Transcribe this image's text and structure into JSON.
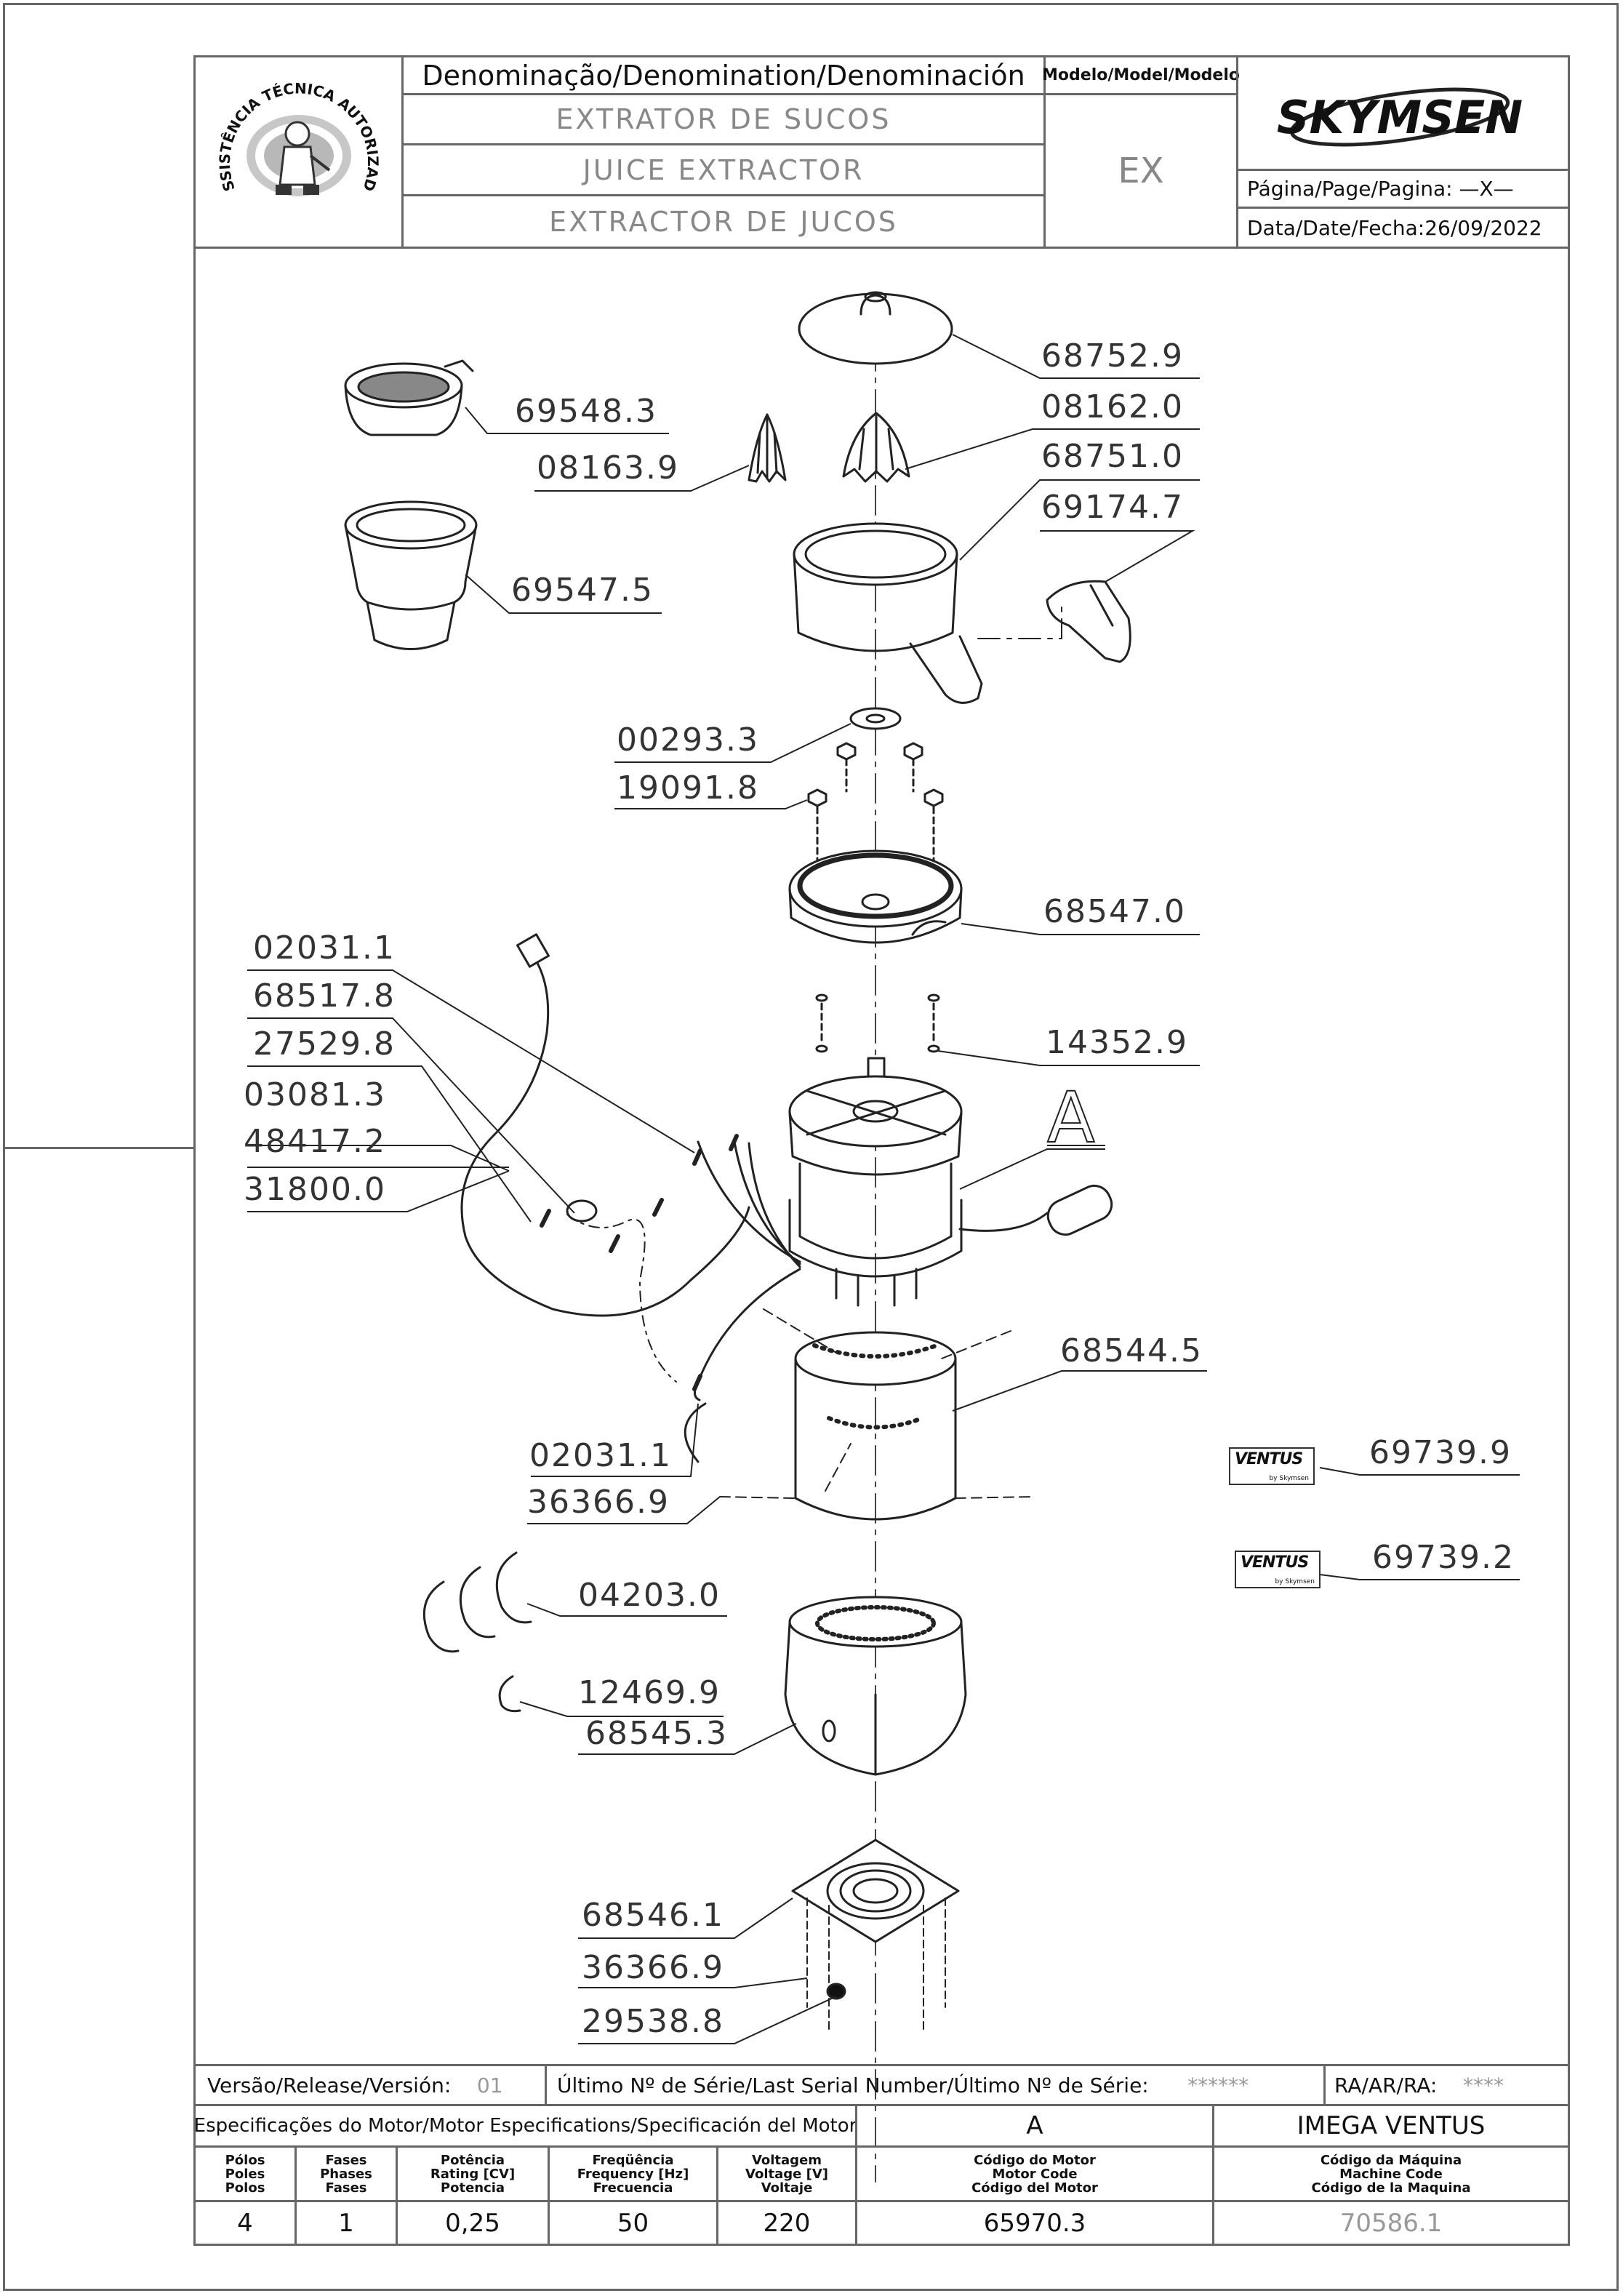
{
  "header": {
    "denomination_label": "Denominação/Denomination/Denominación",
    "names": [
      "EXTRATOR DE SUCOS",
      "JUICE EXTRACTOR",
      "EXTRACTOR DE JUCOS"
    ],
    "model_label": "Modelo/Model/Modelo",
    "model_value": "EX",
    "brand": "SKYMSEN",
    "page_label": "Página/Page/Pagina:",
    "page_value": "—X—",
    "date_label": "Data/Date/Fecha:",
    "date_value": "26/09/2022",
    "seal_text": "ASSISTÊNCIA TÉCNICA AUTORIZADA"
  },
  "parts": [
    {
      "id": "p1",
      "code": "68752.9"
    },
    {
      "id": "p2",
      "code": "69548.3"
    },
    {
      "id": "p3",
      "code": "08162.0"
    },
    {
      "id": "p4",
      "code": "08163.9"
    },
    {
      "id": "p5",
      "code": "68751.0"
    },
    {
      "id": "p6",
      "code": "69174.7"
    },
    {
      "id": "p7",
      "code": "69547.5"
    },
    {
      "id": "p8",
      "code": "00293.3"
    },
    {
      "id": "p9",
      "code": "19091.8"
    },
    {
      "id": "p10",
      "code": "68547.0"
    },
    {
      "id": "p11",
      "code": "02031.1"
    },
    {
      "id": "p12",
      "code": "68517.8"
    },
    {
      "id": "p13",
      "code": "27529.8"
    },
    {
      "id": "p14",
      "code": "14352.9"
    },
    {
      "id": "p15",
      "code": "03081.3"
    },
    {
      "id": "p16",
      "code": "48417.2"
    },
    {
      "id": "p17",
      "code": "31800.0"
    },
    {
      "id": "p18",
      "code": "68544.5"
    },
    {
      "id": "p19",
      "code": "69739.9"
    },
    {
      "id": "p20",
      "code": "02031.1"
    },
    {
      "id": "p21",
      "code": "36366.9"
    },
    {
      "id": "p22",
      "code": "69739.2"
    },
    {
      "id": "p23",
      "code": "04203.0"
    },
    {
      "id": "p24",
      "code": "12469.9"
    },
    {
      "id": "p25",
      "code": "68545.3"
    },
    {
      "id": "p26",
      "code": "68546.1"
    },
    {
      "id": "p27",
      "code": "36366.9"
    },
    {
      "id": "p28",
      "code": "29538.8"
    }
  ],
  "motor_marker": "A",
  "badges": {
    "text": "VENTUS",
    "sub": "by Skymsen"
  },
  "footer": {
    "version_label": "Versão/Release/Versión:",
    "version_value": "01",
    "serial_label": "Último Nº de Série/Last Serial Number/Último Nº de Série:",
    "serial_value": "******",
    "ra_label": "RA/AR/RA:",
    "ra_value": "****",
    "motor_spec_label": "Especificações do Motor/Motor Especifications/Specificación del Motor",
    "motor_letter": "A",
    "machine_name": "IMEGA VENTUS",
    "col_heads": [
      [
        "Pólos",
        "Poles",
        "Polos"
      ],
      [
        "Fases",
        "Phases",
        "Fases"
      ],
      [
        "Potência",
        "Rating [CV]",
        "Potencia"
      ],
      [
        "Freqüência",
        "Frequency [Hz]",
        "Frecuencia"
      ],
      [
        "Voltagem",
        "Voltage [V]",
        "Voltaje"
      ],
      [
        "Código do Motor",
        "Motor Code",
        "Código del Motor"
      ],
      [
        "Código da Máquina",
        "Machine Code",
        "Código de la Maquina"
      ]
    ],
    "values": {
      "poles": "4",
      "phases": "1",
      "rating": "0,25",
      "frequency": "50",
      "voltage": "220",
      "motor_code": "65970.3",
      "machine_code": "70586.1"
    }
  }
}
